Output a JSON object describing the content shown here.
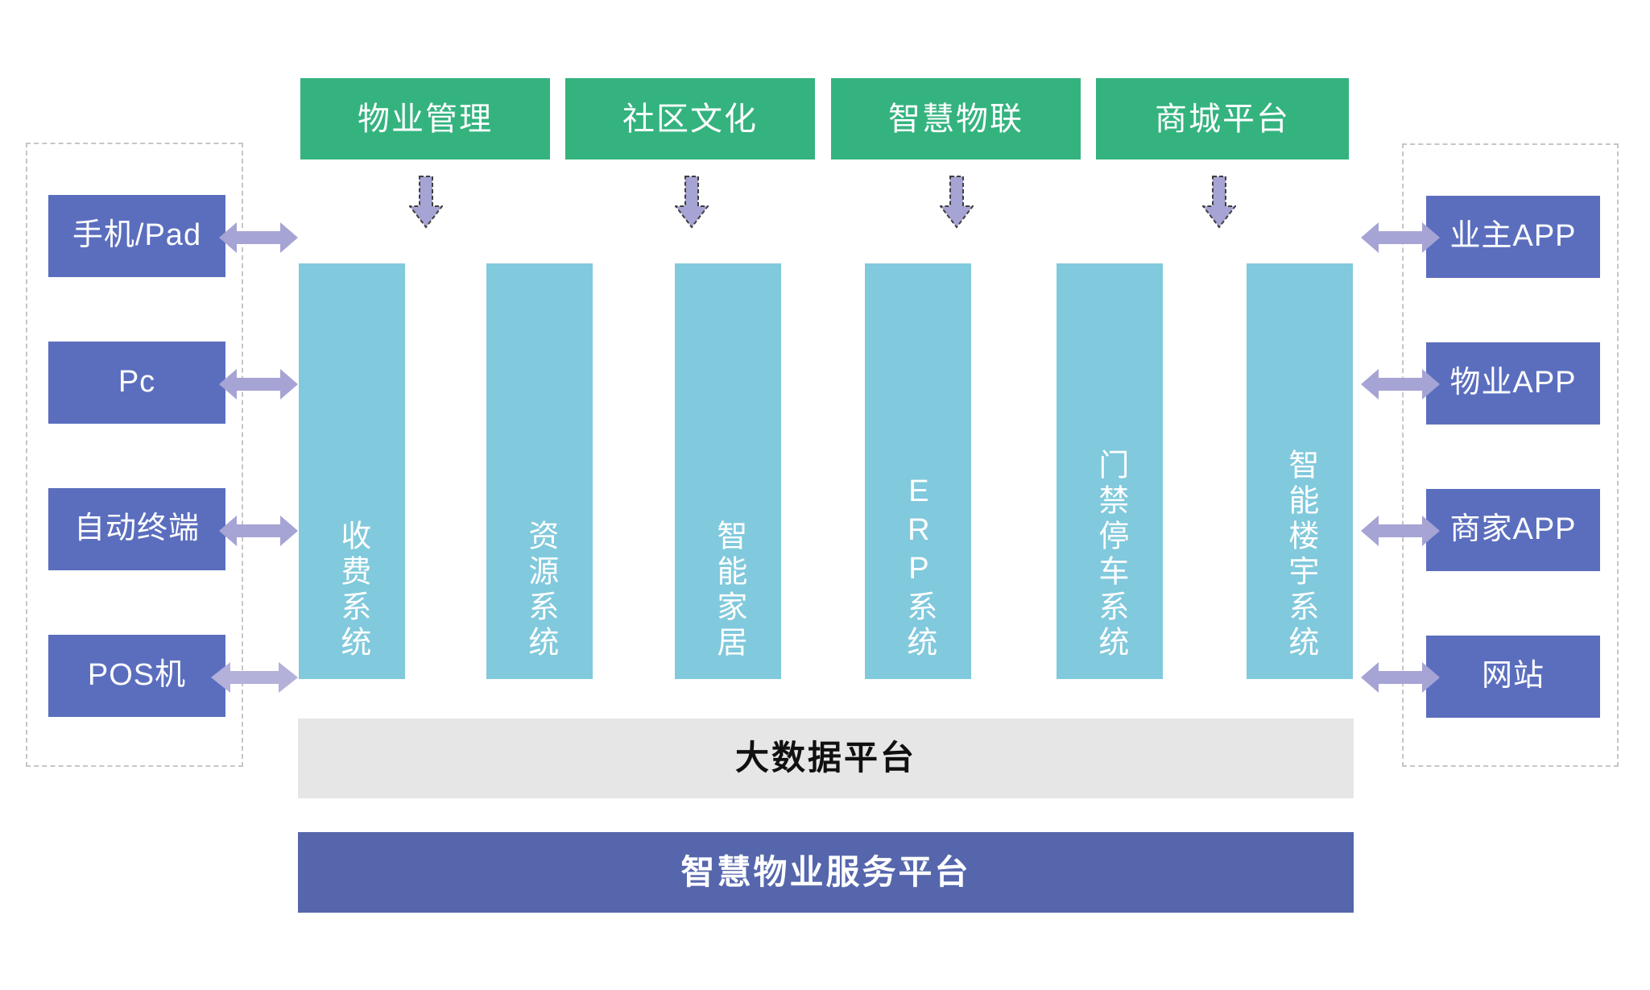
{
  "diagram": {
    "title_bottom": "智慧物业服务平台",
    "data_platform": "大数据平台",
    "colors": {
      "green": "#34b37f",
      "teal": "#81c9dc",
      "purple": "#5b6ebe",
      "blue_bar": "#5566ac",
      "gray_bar": "#e6e6e6",
      "arrow_fill": "#a6a4d4",
      "arrow_stroke": "#3f3f3f",
      "dashed_border": "#c6c6c6"
    },
    "top_modules": [
      {
        "label": "物业管理"
      },
      {
        "label": "社区文化"
      },
      {
        "label": "智慧物联"
      },
      {
        "label": "商城平台"
      }
    ],
    "systems": [
      {
        "label": "收费系统"
      },
      {
        "label": "资源系统"
      },
      {
        "label": "智能家居"
      },
      {
        "label": "ERP系统"
      },
      {
        "label": "门禁停车系统"
      },
      {
        "label": "智能楼宇系统"
      }
    ],
    "left_terminals": [
      {
        "label": "手机/Pad"
      },
      {
        "label": "Pc"
      },
      {
        "label": "自动终端"
      },
      {
        "label": "POS机"
      }
    ],
    "right_clients": [
      {
        "label": "业主APP"
      },
      {
        "label": "物业APP"
      },
      {
        "label": "商家APP"
      },
      {
        "label": "网站"
      }
    ]
  }
}
